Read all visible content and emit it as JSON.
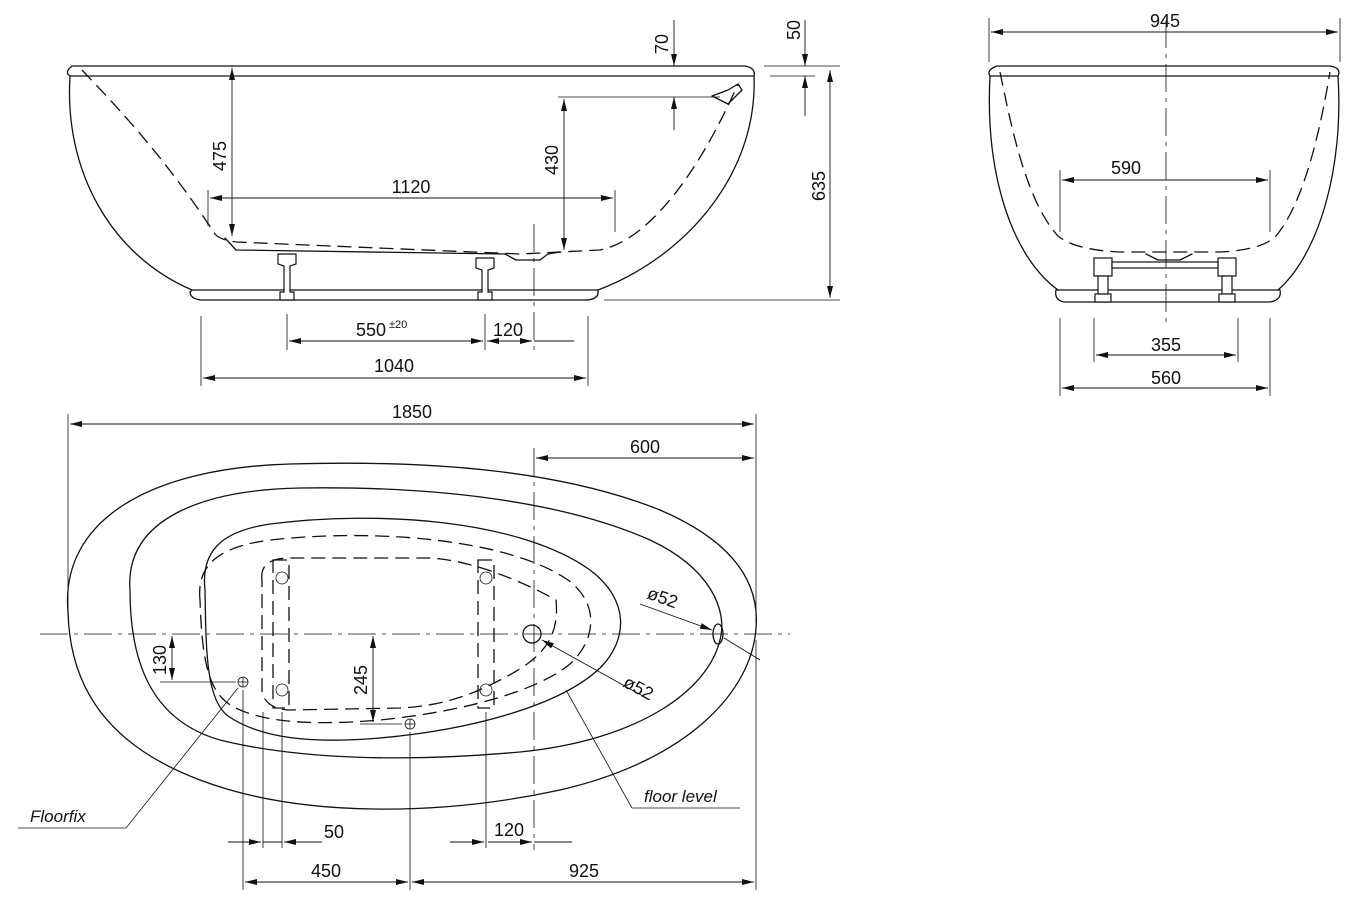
{
  "side_view": {
    "dimensions": {
      "rim_offset": "70",
      "rim_top": "50",
      "depth_inside": "475",
      "inner_length": "1120",
      "water_depth": "430",
      "total_height": "635",
      "feet_spacing": "550",
      "feet_spacing_tolerance": "±20",
      "drain_offset": "120",
      "base_length": "1040"
    }
  },
  "end_view": {
    "dimensions": {
      "total_width": "945",
      "inner_width": "590",
      "feet_spacing": "355",
      "base_width": "560"
    }
  },
  "plan_view": {
    "dimensions": {
      "total_length": "1850",
      "drain_to_end": "600",
      "overflow_diameter": "ø52",
      "drain_diameter": "ø52",
      "floorfix_offset_y": "130",
      "floorfix_offset_y2": "245",
      "floorfix_to_foot": "50",
      "foot_to_drain": "120",
      "floorfix_spacing": "450",
      "floorfix_to_end": "925"
    },
    "notes": {
      "floorfix": "Floorfix",
      "floor_level": "floor level"
    }
  }
}
